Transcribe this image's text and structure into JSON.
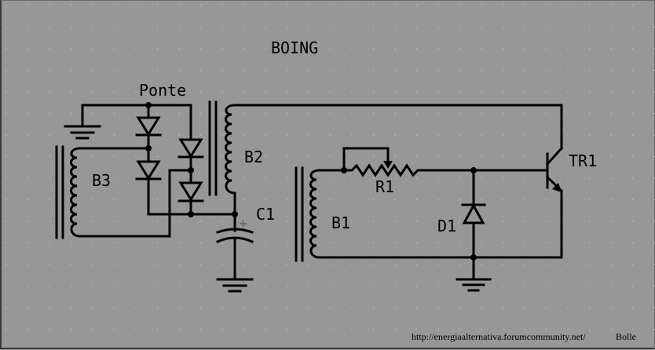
{
  "title": "BOING",
  "labels": {
    "bridge": "Ponte",
    "b1": "B1",
    "b2": "B2",
    "b3": "B3",
    "c1": "C1",
    "r1": "R1",
    "d1": "D1",
    "tr1": "TR1",
    "cap_polarity": "+"
  },
  "footer": {
    "url": "http://energiaalternativa.forumcommunity.net/",
    "author": "Bolle"
  },
  "colors": {
    "background": "#979797",
    "wire": "#000000",
    "grid": "#b8b8b8"
  }
}
